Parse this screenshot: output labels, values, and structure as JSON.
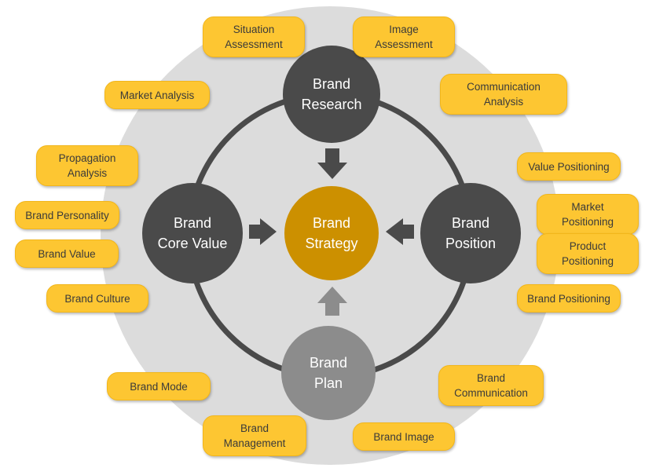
{
  "colors": {
    "background_ring": "#dcdcdc",
    "dark_circle": "#4a4a4a",
    "plan_circle": "#8c8c8c",
    "center_circle": "#cc9000",
    "pill_fill": "#fdc632",
    "text_dark": "#3a3a3a"
  },
  "nodes": {
    "research": {
      "line1": "Brand",
      "line2": "Research"
    },
    "core_value": {
      "line1": "Brand",
      "line2": "Core Value"
    },
    "strategy": {
      "line1": "Brand",
      "line2": "Strategy"
    },
    "position": {
      "line1": "Brand",
      "line2": "Position"
    },
    "plan": {
      "line1": "Brand",
      "line2": "Plan"
    }
  },
  "labels": {
    "situation_assessment": [
      "Situation",
      "Assessment"
    ],
    "image_assessment": [
      "Image",
      "Assessment"
    ],
    "market_analysis": [
      "Market Analysis"
    ],
    "communication_analysis": [
      "Communication",
      "Analysis"
    ],
    "propagation_analysis": [
      "Propagation",
      "Analysis"
    ],
    "value_positioning": [
      "Value Positioning"
    ],
    "brand_personality": [
      "Brand Personality"
    ],
    "market_positioning": [
      "Market",
      "Positioning"
    ],
    "brand_value": [
      "Brand Value"
    ],
    "product_positioning": [
      "Product",
      "Positioning"
    ],
    "brand_culture": [
      "Brand Culture"
    ],
    "brand_positioning": [
      "Brand Positioning"
    ],
    "brand_mode": [
      "Brand Mode"
    ],
    "brand_communication": [
      "Brand",
      "Communication"
    ],
    "brand_management": [
      "Brand",
      "Management"
    ],
    "brand_image": [
      "Brand Image"
    ]
  }
}
